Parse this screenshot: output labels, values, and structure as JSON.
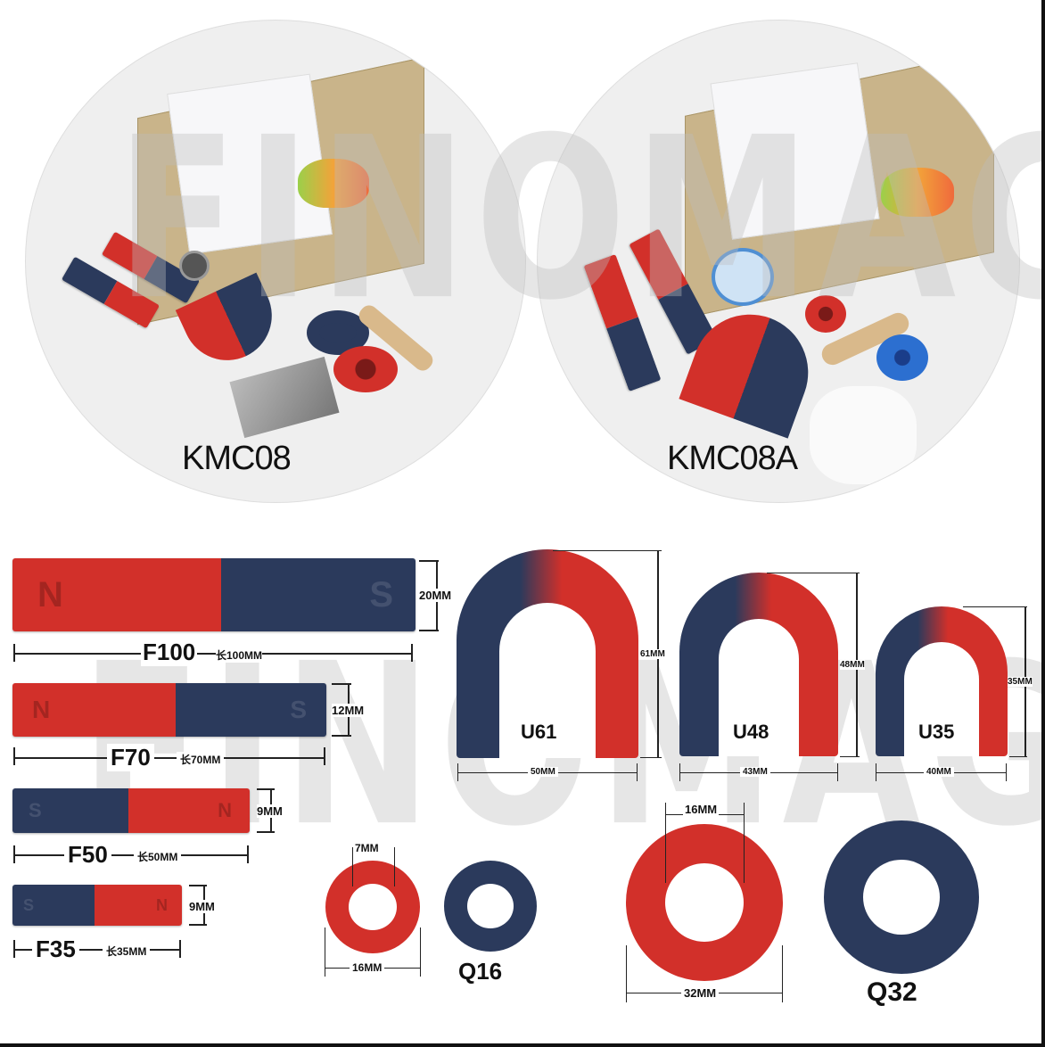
{
  "kits": [
    {
      "label": "KMC08"
    },
    {
      "label": "KMC08A"
    }
  ],
  "watermark": "FINOMAG",
  "bar_magnets": [
    {
      "model": "F100",
      "length": "长100MM",
      "height": "20MM",
      "pole_left": "N",
      "pole_right": "S"
    },
    {
      "model": "F70",
      "length": "长70MM",
      "height": "12MM",
      "pole_left": "N",
      "pole_right": "S"
    },
    {
      "model": "F50",
      "length": "长50MM",
      "height": "9MM",
      "pole_left": "S",
      "pole_right": "N"
    },
    {
      "model": "F35",
      "length": "长35MM",
      "height": "9MM",
      "pole_left": "S",
      "pole_right": "N"
    }
  ],
  "u_magnets": [
    {
      "model": "U61",
      "height": "61MM",
      "width": "50MM"
    },
    {
      "model": "U48",
      "height": "48MM",
      "width": "43MM"
    },
    {
      "model": "U35",
      "height": "35MM",
      "width": "40MM"
    }
  ],
  "ring_magnets": [
    {
      "model": "Q16",
      "outer": "16MM",
      "inner": "7MM"
    },
    {
      "model": "Q32",
      "outer": "32MM",
      "inner": "16MM"
    }
  ],
  "colors": {
    "north": "#d2302a",
    "south": "#2b3a5c"
  }
}
